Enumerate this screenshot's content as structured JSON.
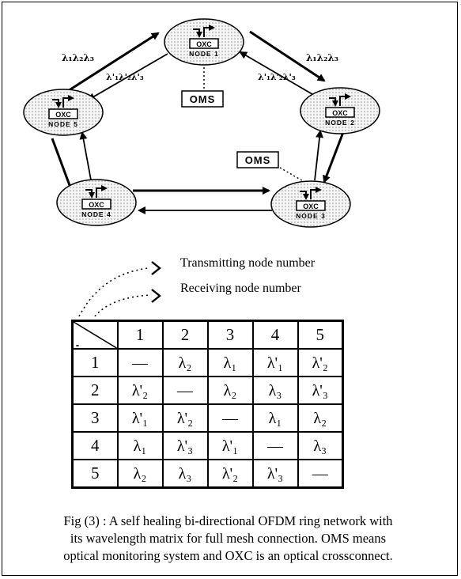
{
  "nodes": [
    {
      "id": "node-1",
      "name": "NODE 1",
      "device": "OXC"
    },
    {
      "id": "node-2",
      "name": "NODE 2",
      "device": "OXC"
    },
    {
      "id": "node-3",
      "name": "NODE 3",
      "device": "OXC"
    },
    {
      "id": "node-4",
      "name": "NODE 4",
      "device": "OXC"
    },
    {
      "id": "node-5",
      "name": "NODE 5",
      "device": "OXC"
    }
  ],
  "oms_label": "OMS",
  "wavelength_labels": {
    "top_left_outer": "λ₁λ₂λ₃",
    "top_left_inner": "λ'₁λ'₂λ'₃",
    "top_right_outer": "λ₁λ₂λ₃",
    "top_right_inner": "λ'₁λ'₂λ'₃"
  },
  "legend": {
    "transmitting": "Transmitting node number",
    "receiving": "Receiving node number"
  },
  "matrix": {
    "column_headers": [
      "1",
      "2",
      "3",
      "4",
      "5"
    ],
    "rows": [
      {
        "header": "1",
        "cells": [
          "—",
          "λ₂",
          "λ₁",
          "λ'₁",
          "λ'₂"
        ]
      },
      {
        "header": "2",
        "cells": [
          "λ'₂",
          "—",
          "λ₂",
          "λ₃",
          "λ'₃"
        ]
      },
      {
        "header": "3",
        "cells": [
          "λ'₁",
          "λ'₂",
          "—",
          "λ₁",
          "λ₂"
        ]
      },
      {
        "header": "4",
        "cells": [
          "λ₁",
          "λ'₃",
          "λ'₁",
          "—",
          "λ₃"
        ]
      },
      {
        "header": "5",
        "cells": [
          "λ₂",
          "λ₃",
          "λ'₂",
          "λ'₃",
          "—"
        ]
      }
    ]
  },
  "caption": {
    "line1": "Fig (3) : A self healing bi-directional OFDM ring network with",
    "line2": "its wavelength matrix for full mesh connection. OMS  means",
    "line3": "optical monitoring system and OXC is an optical crossconnect."
  }
}
